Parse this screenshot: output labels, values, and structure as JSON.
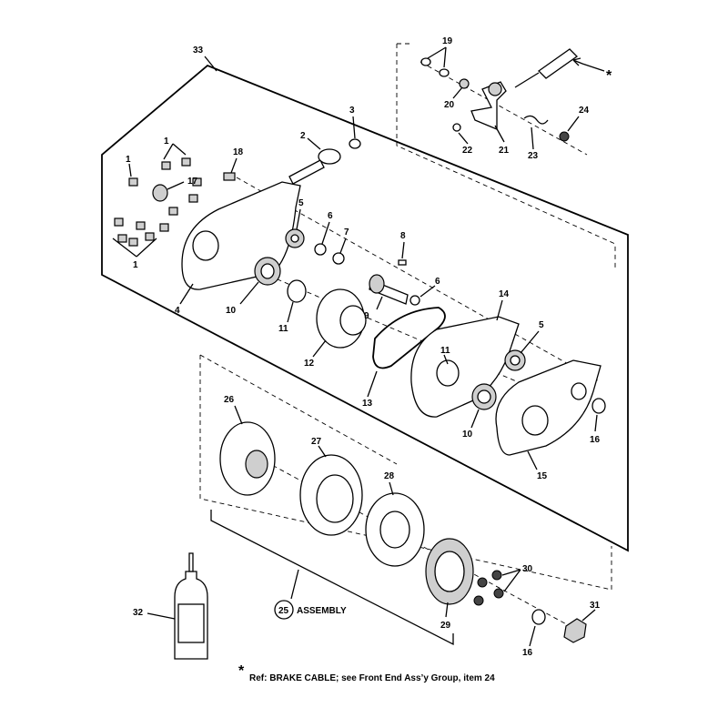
{
  "callouts": {
    "c1a": "1",
    "c1b": "1",
    "c1c": "1",
    "c2": "2",
    "c3": "3",
    "c4": "4",
    "c5a": "5",
    "c5b": "5",
    "c6a": "6",
    "c6b": "6",
    "c7": "7",
    "c8": "8",
    "c9": "9",
    "c10a": "10",
    "c10b": "10",
    "c11a": "11",
    "c11b": "11",
    "c12": "12",
    "c13": "13",
    "c14": "14",
    "c15": "15",
    "c16a": "16",
    "c16b": "16",
    "c17": "17",
    "c18": "18",
    "c19": "19",
    "c20": "20",
    "c21": "21",
    "c22": "22",
    "c23": "23",
    "c24": "24",
    "c26": "26",
    "c27": "27",
    "c28": "28",
    "c29": "29",
    "c30": "30",
    "c31": "31",
    "c32": "32",
    "c33": "33"
  },
  "assembly": {
    "number": "25",
    "label": "ASSEMBLY"
  },
  "asterisk": "*",
  "footnote": {
    "marker": "*",
    "text": "Ref: BRAKE CABLE; see Front End Ass’y Group, item 24"
  }
}
